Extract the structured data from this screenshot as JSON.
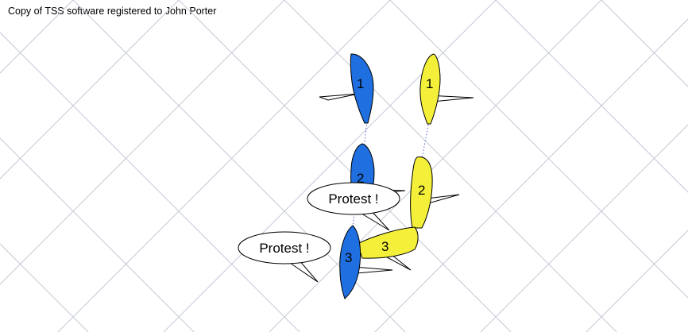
{
  "header": {
    "copyright": "Copy of TSS software registered to John Porter"
  },
  "colors": {
    "blue_boat": "#1f6fe0",
    "yellow_boat": "#f4f03a",
    "grid": "#c6cad6",
    "track": "#5b5fd0"
  },
  "boats": {
    "blue": [
      {
        "label": "1"
      },
      {
        "label": "2"
      },
      {
        "label": "3"
      }
    ],
    "yellow": [
      {
        "label": "1"
      },
      {
        "label": "2"
      },
      {
        "label": "3"
      }
    ]
  },
  "bubbles": [
    {
      "text": "Protest !"
    },
    {
      "text": "Protest !"
    }
  ]
}
